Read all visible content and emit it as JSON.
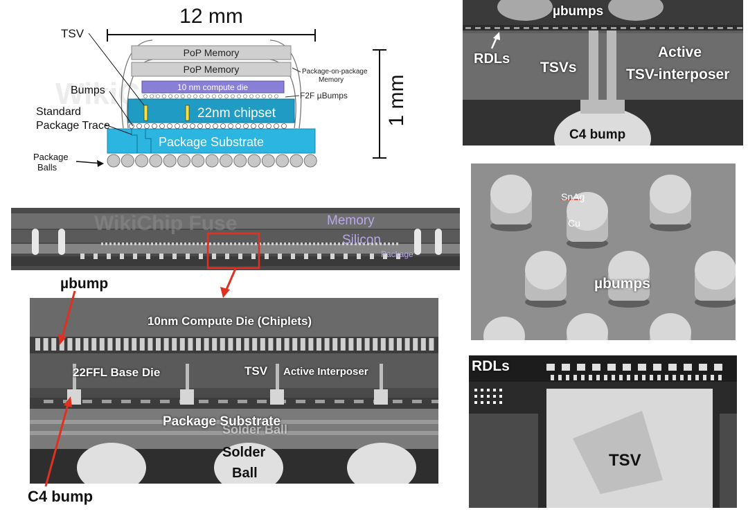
{
  "schematic": {
    "width_label": "12 mm",
    "height_label": "1 mm",
    "pop_memory_1": "PoP Memory",
    "pop_memory_2": "PoP Memory",
    "package_on_package": "Package-on-package",
    "memory": "Memory",
    "tsv": "TSV",
    "bumps": "Bumps",
    "compute_die": "10 nm compute die",
    "f2f_ubumps": "F2F µBumps",
    "chipset": "22nm chipset",
    "standard_package_trace_1": "Standard",
    "standard_package_trace_2": "Package Trace",
    "package_substrate": "Package Substrate",
    "package_balls_1": "Package",
    "package_balls_2": "Balls",
    "watermark": "WikiChip"
  },
  "xsection_wide": {
    "watermark": "WikiChip Fuse",
    "memory": "Memory",
    "silicon": "Silicon",
    "package": "Package"
  },
  "xsection_zoom": {
    "ubump": "µbump",
    "compute_die": "10nm Compute Die (Chiplets)",
    "base_die": "22FFL Base Die",
    "tsv": "TSV",
    "active_interposer": "Active Interposer",
    "package_substrate": "Package Substrate",
    "solder_ball_ghost": "Solder Ball",
    "solder_ball_1": "Solder",
    "solder_ball_2": "Ball",
    "c4_bump": "C4 bump"
  },
  "sem_top": {
    "ubumps": "µbumps",
    "rdls": "RDLs",
    "tsvs": "TSVs",
    "active_1": "Active",
    "active_2": "TSV-interposer",
    "c4_bump": "C4 bump"
  },
  "sem_mid": {
    "snag": "SnAg",
    "cu": "Cu",
    "ubumps": "µbumps"
  },
  "sem_bottom": {
    "rdls": "RDLs",
    "tsv": "TSV"
  },
  "colors": {
    "substrate": "#2bb5e0",
    "chipset": "#1f9bc4",
    "compute_die": "#8a7fd6",
    "pop_memory": "#cfcfcf",
    "highlight": "#e03020"
  }
}
